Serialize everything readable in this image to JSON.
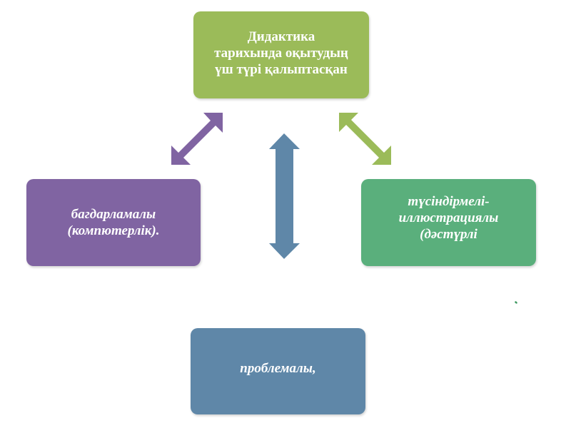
{
  "diagram": {
    "center": {
      "label": "Дидактика\nтарихында оқытудың\nүш түрі қалыптасқан",
      "color": "#9bbb59"
    },
    "nodes": [
      {
        "id": "programmed",
        "label": "багдарламалы\n(компютерлік).",
        "color": "#8064a2",
        "position": "left"
      },
      {
        "id": "explanatory",
        "label": "түсіндірмелі-\nиллюстрациялы\n(дәстүрлі",
        "color": "#5aaf7c",
        "position": "right"
      },
      {
        "id": "problem",
        "label": "проблемалы,",
        "color": "#5f87a8",
        "position": "bottom"
      }
    ],
    "connectors": [
      {
        "from": "center",
        "to": "programmed",
        "type": "double-arrow",
        "color": "#8064a2"
      },
      {
        "from": "center",
        "to": "problem",
        "type": "double-arrow",
        "color": "#5f87a8"
      },
      {
        "from": "center",
        "to": "explanatory",
        "type": "double-arrow",
        "color": "#9bbb59"
      }
    ],
    "stray_mark_color": "#3f9a62"
  }
}
